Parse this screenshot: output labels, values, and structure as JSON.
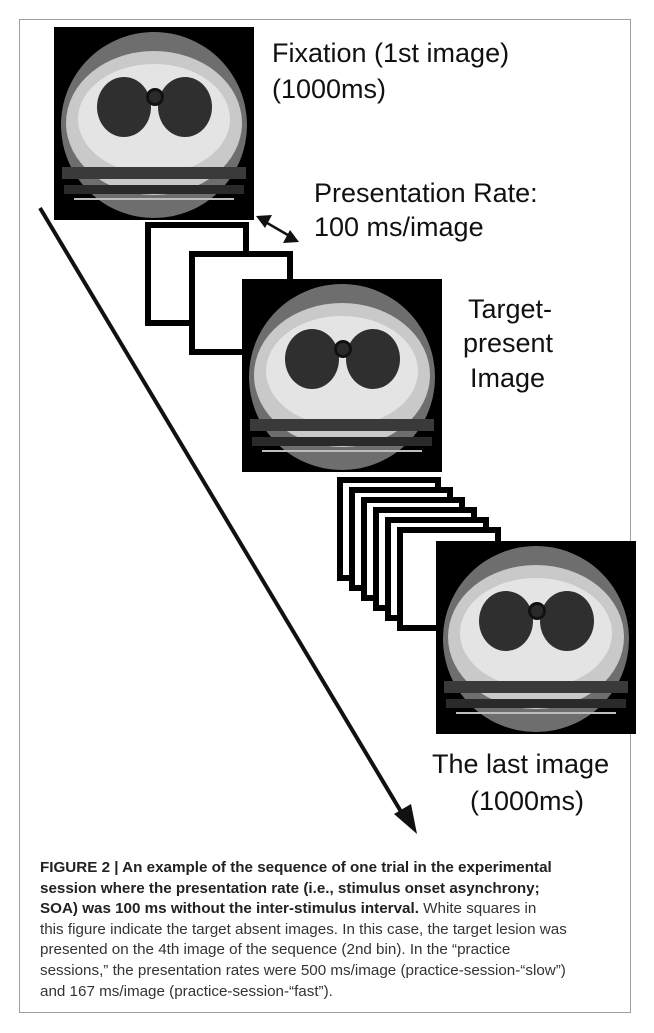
{
  "labels": {
    "fixation": "Fixation (1st image)",
    "fixation_time": "(1000ms)",
    "rate_title": "Presentation Rate:",
    "rate_value": "100 ms/image",
    "target_1": "Target-",
    "target_2": "present",
    "target_3": "Image",
    "last_1": "The last image",
    "last_2": "(1000ms)"
  },
  "caption": {
    "bold_1": "FIGURE 2 | An example of the sequence of one trial in the experimental",
    "bold_2": "session where the presentation rate (i.e., stimulus onset asynchrony;",
    "bold_3a": "SOA) was 100 ms without the inter-stimulus interval.",
    "rest_3": " White squares in",
    "line_4": "this figure indicate the target absent images. In this case, the target lesion was",
    "line_5": "presented on the 4th image of the sequence (2nd bin). In the “practice",
    "line_6": "sessions,” the presentation rates were 500 ms/image (practice-session-“slow”)",
    "line_7": "and 167 ms/image (practice-session-“fast”)."
  },
  "colors": {
    "frame_border": "#9aa0a6",
    "ct_background": "#000000",
    "ink": "#111111"
  },
  "icons": [
    "ct-scan-image",
    "double-arrow-icon",
    "timeline-arrow-icon"
  ]
}
